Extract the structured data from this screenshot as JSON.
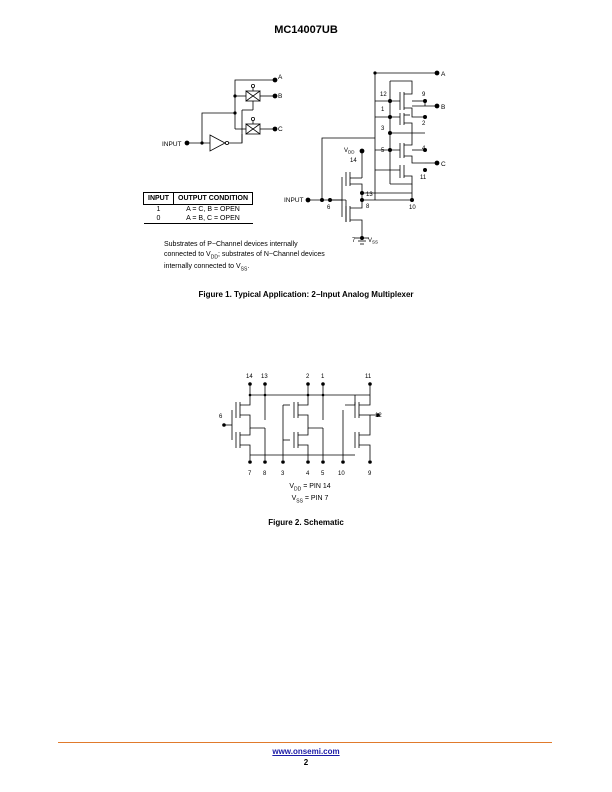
{
  "header": {
    "part_number": "MC14007UB"
  },
  "figure1": {
    "caption": "Figure 1. Typical Application: 2−Input Analog Multiplexer",
    "left": {
      "input_label": "INPUT",
      "outputs": [
        "A",
        "B",
        "C"
      ]
    },
    "right": {
      "input_label": "INPUT",
      "outputs": [
        "A",
        "B",
        "C"
      ],
      "pins": [
        "12",
        "9",
        "1",
        "2",
        "3",
        "5",
        "4",
        "11",
        "14",
        "13",
        "8",
        "10",
        "6",
        "7"
      ],
      "vdd_label": "V",
      "vdd_sub": "DD",
      "vss_label": "V",
      "vss_sub": "SS"
    },
    "table": {
      "headers": [
        "INPUT",
        "OUTPUT CONDITION"
      ],
      "rows": [
        {
          "input": "1",
          "condition": "A = C, B = OPEN"
        },
        {
          "input": "0",
          "condition": "A = B, C = OPEN"
        }
      ]
    },
    "note": {
      "p1": "Substrates of P−Channel devices internally connected to V",
      "p1_sub": "DD",
      "p2": "; substrates of N−Channel devices internally connected to V",
      "p2_sub": "SS",
      "p3": "."
    }
  },
  "figure2": {
    "caption": "Figure 2. Schematic",
    "top_pins": [
      "14",
      "13",
      "2",
      "1",
      "11"
    ],
    "side_pins": [
      "6",
      "12"
    ],
    "bottom_pins": [
      "7",
      "8",
      "3",
      "4",
      "5",
      "10",
      "9"
    ],
    "notes": {
      "vdd_prefix": "V",
      "vdd_sub": "DD",
      "vdd_rest": " = PIN 14",
      "vss_prefix": "V",
      "vss_sub": "SS",
      "vss_rest": " = PIN 7"
    }
  },
  "footer": {
    "url": "www.onsemi.com",
    "page_number": "2"
  }
}
